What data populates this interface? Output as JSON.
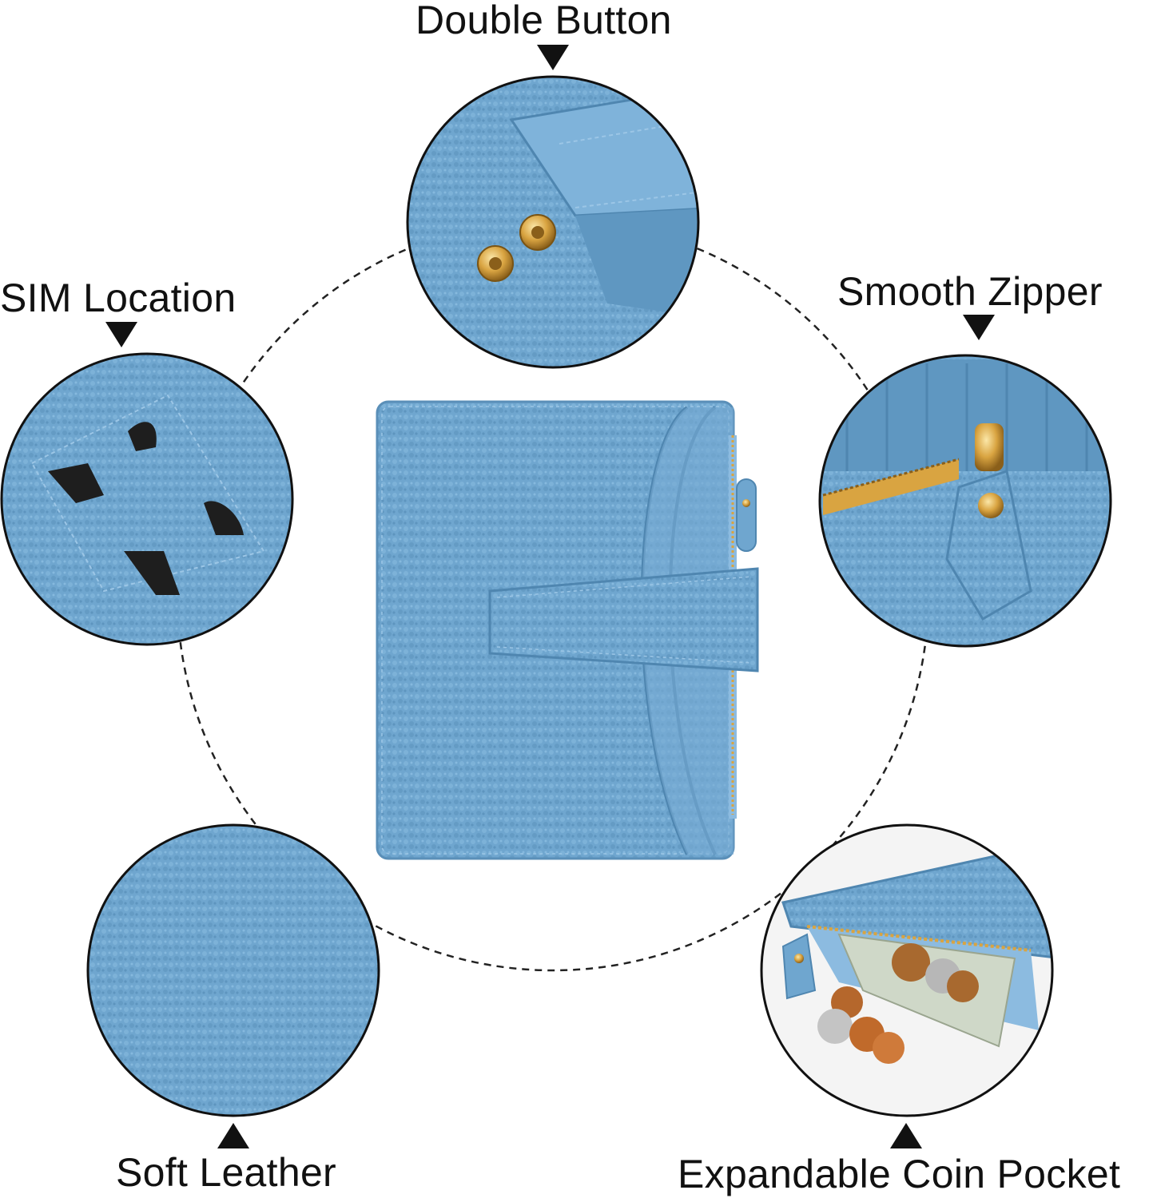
{
  "features": [
    {
      "key": "double_button",
      "label": "Double Button"
    },
    {
      "key": "sim_location",
      "label": "SIM Location"
    },
    {
      "key": "smooth_zipper",
      "label": "Smooth Zipper"
    },
    {
      "key": "soft_leather",
      "label": "Soft Leather"
    },
    {
      "key": "coin_pocket",
      "label": "Expandable Coin Pocket"
    }
  ],
  "colors": {
    "leather": "#6fa6cf",
    "leather_dark": "#4f86b0",
    "leather_light": "#8cbbe0",
    "gold": "#d9a441",
    "outline": "#111111"
  },
  "icons": {
    "down_arrow": "triangle-down-icon",
    "up_arrow": "triangle-up-icon"
  }
}
